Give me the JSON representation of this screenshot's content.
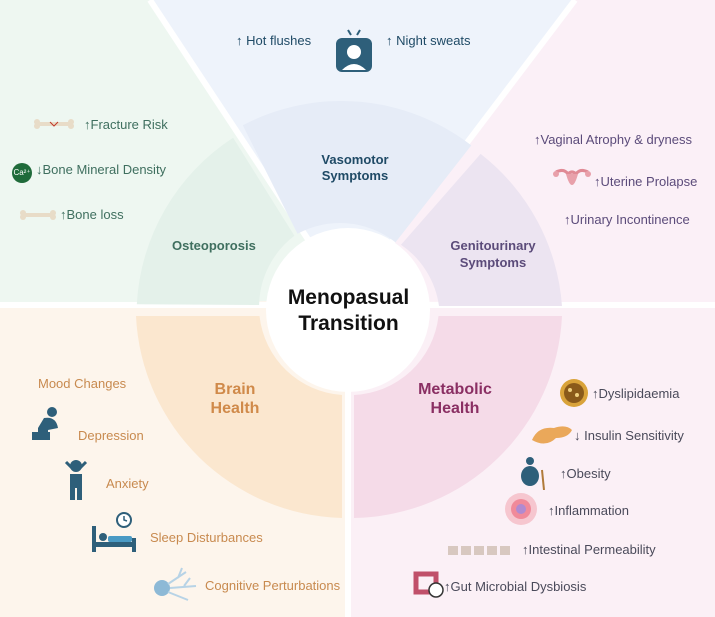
{
  "center": {
    "line1": "Menopasual",
    "line2": "Transition"
  },
  "segments": {
    "vasomotor": {
      "line1": "Vasomotor",
      "line2": "Symptoms"
    },
    "osteoporosis": {
      "line1": "Osteoporosis"
    },
    "genitourinary": {
      "line1": "Genitourinary",
      "line2": "Symptoms"
    },
    "brain": {
      "line1": "Brain",
      "line2": "Health"
    },
    "metabolic": {
      "line1": "Metabolic",
      "line2": "Health"
    }
  },
  "vasomotor_items": [
    "↑ Hot flushes",
    "↑ Night sweats"
  ],
  "osteo_items": [
    "↑Fracture Risk",
    "↓Bone Mineral Density",
    "↑Bone loss"
  ],
  "calcium_label": "Ca²⁺",
  "geni_items": [
    "↑Vaginal Atrophy & dryness",
    "↑Uterine Prolapse",
    "↑Urinary Incontinence"
  ],
  "brain_items": [
    "Mood Changes",
    "Depression",
    "Anxiety",
    "Sleep Disturbances",
    "Cognitive Perturbations"
  ],
  "meta_items": [
    "↑Dyslipidaemia",
    "↓ Insulin Sensitivity",
    "↑Obesity",
    "↑Inflammation",
    "↑Intestinal Permeability",
    "↑Gut Microbial Dysbiosis"
  ],
  "colors": {
    "osteo": "#3f6f5f",
    "vaso": "#1f4a66",
    "geni": "#5b4b7a",
    "brain": "#d08a4a",
    "meta": "#8a2f63",
    "icon_blue": "#2e5f7a"
  },
  "icons": [
    "bone-icon",
    "calcium-icon",
    "person-sleeping-icon",
    "uterus-icon",
    "depressed-person-icon",
    "anxious-person-icon",
    "bed-clock-icon",
    "neuron-icon",
    "lipid-icon",
    "pancreas-icon",
    "elderly-person-icon",
    "inflammation-icon",
    "intestinal-wall-icon",
    "gut-icon"
  ]
}
